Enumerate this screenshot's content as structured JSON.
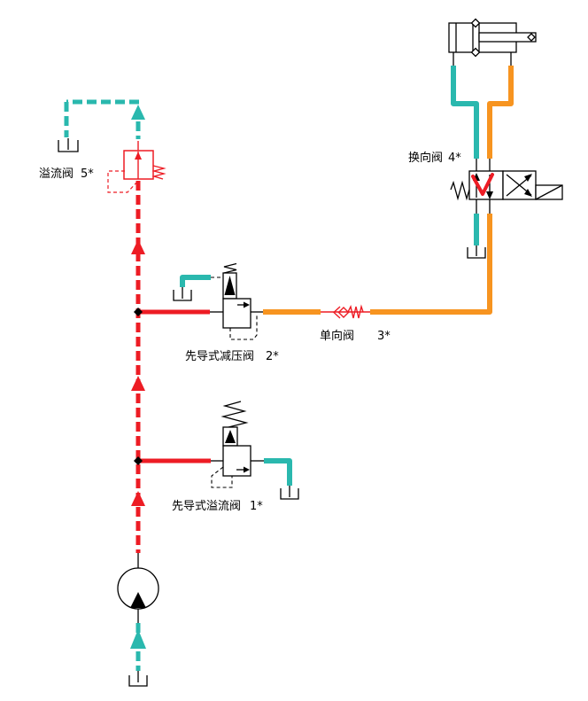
{
  "colors": {
    "pressure": "#ed1c24",
    "return": "#2ab8ae",
    "reduced": "#f79420",
    "stroke": "#000000"
  },
  "labels": {
    "relief_valve_5": {
      "text": "溢流阀",
      "number": "5*"
    },
    "directional_valve_4": {
      "text": "换向阀",
      "number": "4*"
    },
    "check_valve_3": {
      "text": "单向阀",
      "number": "3*"
    },
    "reducing_valve_2": {
      "text": "先导式减压阀",
      "number": "2*"
    },
    "relief_valve_1": {
      "text": "先导式溢流阀",
      "number": "1*"
    }
  }
}
